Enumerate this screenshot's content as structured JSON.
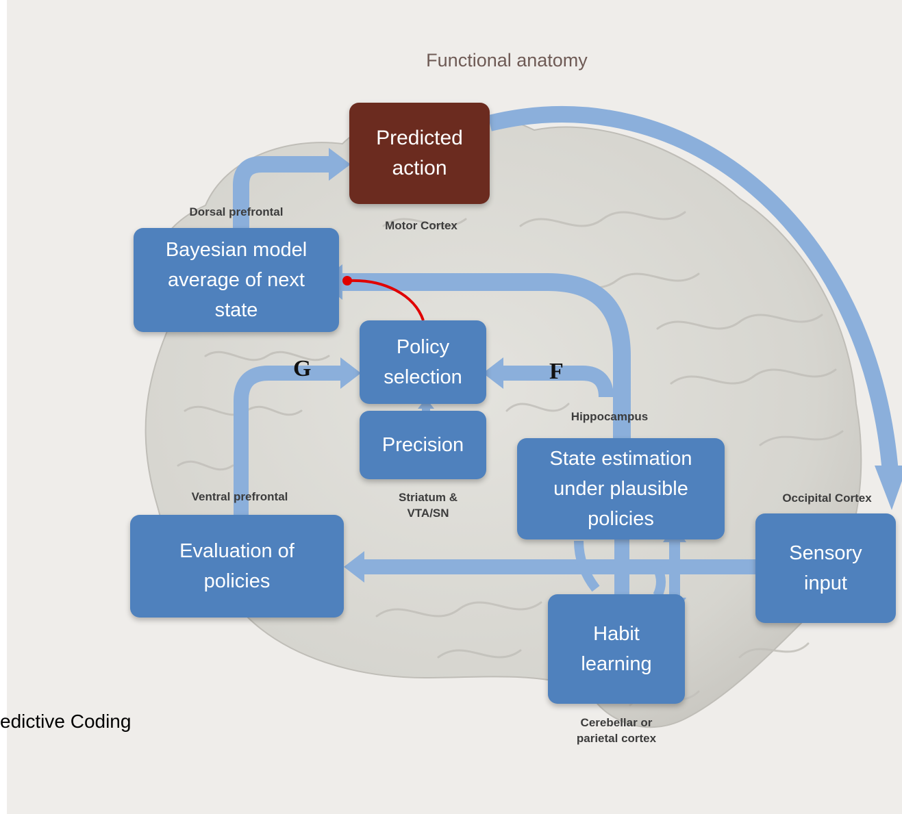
{
  "title": "Functional anatomy",
  "colors": {
    "box": "#4f81bd",
    "action_box": "#6b2b1f",
    "arrow": "#8bafdb",
    "inhibition": "#e00000",
    "brain": "#d9d8d3"
  },
  "boxes": {
    "predicted_action": "Predicted\naction",
    "bayesian_model": "Bayesian model\naverage of next\nstate",
    "policy_selection": "Policy\nselection",
    "precision": "Precision",
    "state_estimation": "State estimation\nunder plausible\npolicies",
    "evaluation": "Evaluation of\npolicies",
    "sensory_input": "Sensory\ninput",
    "habit_learning": "Habit\nlearning"
  },
  "regions": {
    "dorsal_prefrontal": "Dorsal prefrontal",
    "motor_cortex": "Motor Cortex",
    "hippocampus": "Hippocampus",
    "ventral_prefrontal": "Ventral prefrontal",
    "striatum": "Striatum  &\nVTA/SN",
    "occipital_cortex": "Occipital Cortex",
    "cerebellar": "Cerebellar or\nparietal cortex"
  },
  "letters": {
    "g": "G",
    "f": "F"
  },
  "side_text": "edictive Coding"
}
